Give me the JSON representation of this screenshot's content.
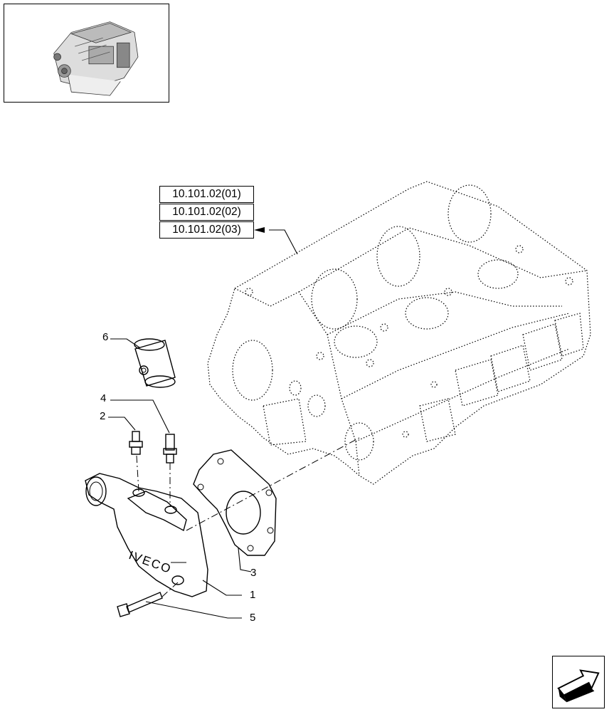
{
  "references": [
    {
      "label": "10.101.02(01)"
    },
    {
      "label": "10.101.02(02)"
    },
    {
      "label": "10.101.02(03)"
    }
  ],
  "callouts": {
    "c1": "1",
    "c2": "2",
    "c3": "3",
    "c4": "4",
    "c5": "5",
    "c6": "6"
  },
  "housing_logo": "IVECO",
  "icons": {
    "thumbnail": "engine-thumbnail-icon",
    "navigation": "next-page-arrow-icon"
  }
}
